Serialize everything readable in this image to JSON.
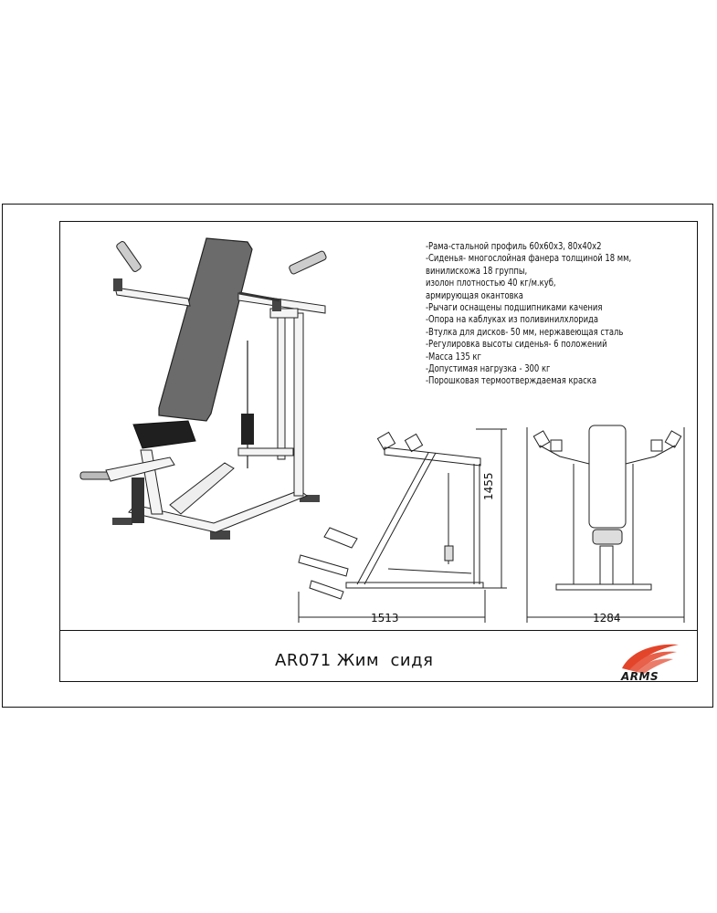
{
  "product": {
    "code": "AR071",
    "name": "Жим  сидя"
  },
  "specs": [
    "-Рама-стальной профиль 60х60х3, 80х40х2",
    "-Сиденья- многослойная фанера толщиной 18 мм,",
    "винилискожа 18 группы,",
    "изолон плотностью 40 кг/м.куб,",
    "армирующая окантовка",
    "-Рычаги оснащены подшипниками качения",
    "-Опора на каблуках из поливинилхлорида",
    "-Втулка для дисков- 50 мм, нержавеющая сталь",
    "-Регулировка высоты сиденья- 6 положений",
    "-Масса 135 кг",
    "-Допустимая нагрузка - 300 кг",
    "-Порошковая термоотверждаемая краска"
  ],
  "dimensions": {
    "side_length": "1513",
    "side_height": "1455",
    "front_width": "1284"
  },
  "logo": {
    "text": "ARMS",
    "color_primary": "#e3452b",
    "color_text": "#1a1a1a"
  },
  "colors": {
    "frame": "#f4f4f4",
    "pad": "#6b6b6b",
    "metal": "#9a9a9a",
    "outline": "#222222"
  }
}
